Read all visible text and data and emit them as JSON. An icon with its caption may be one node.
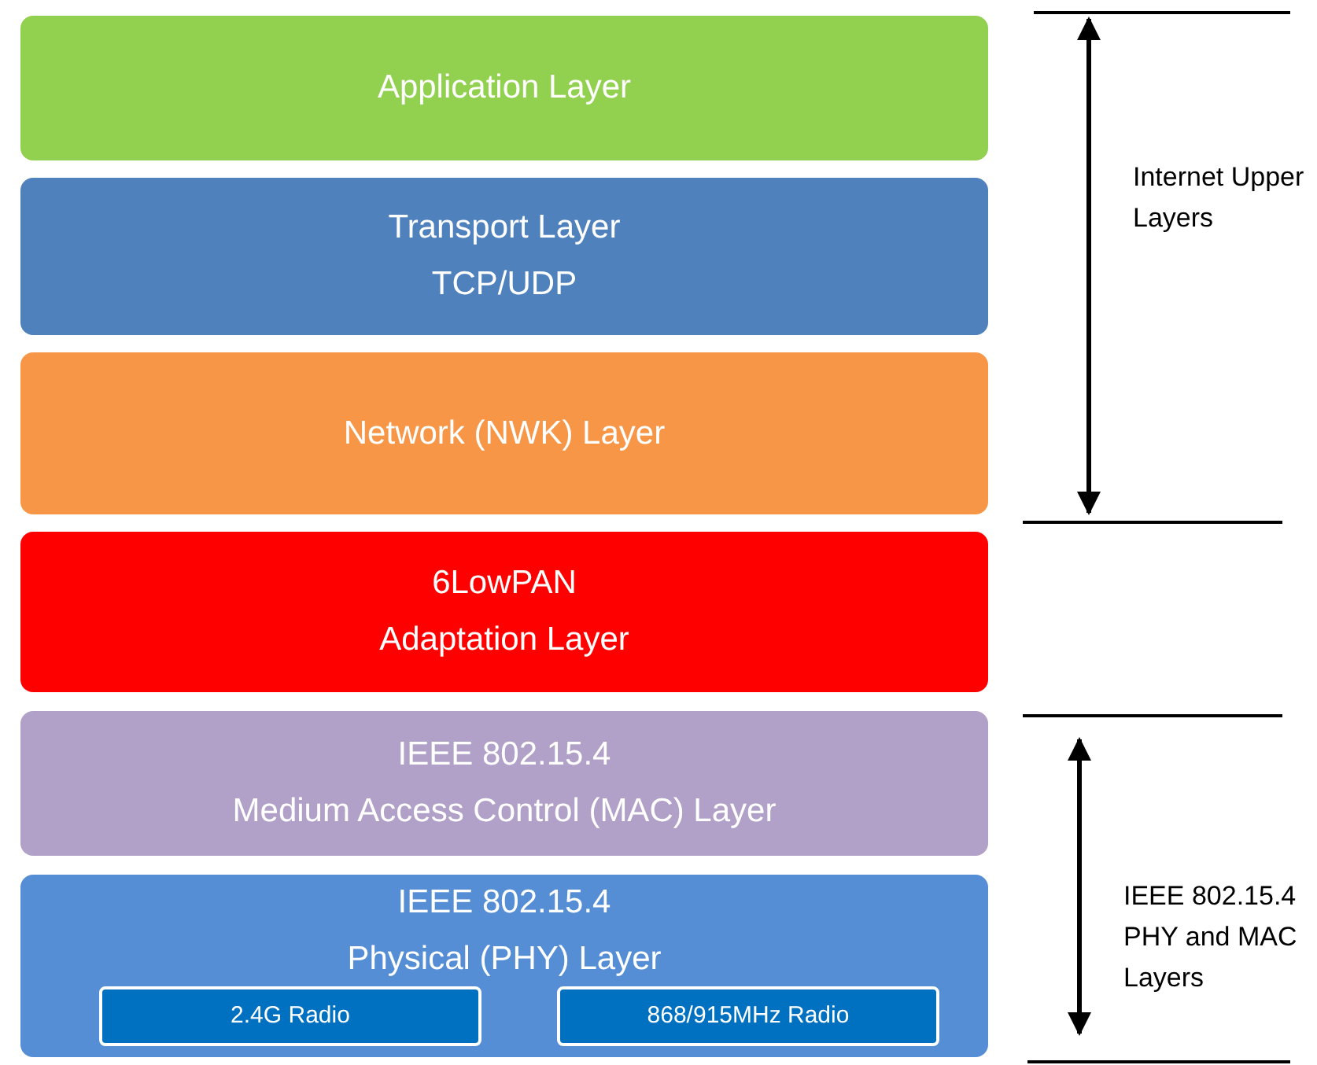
{
  "diagram": {
    "nodes": [
      {
        "text": [
          "Application Layer"
        ]
      },
      {
        "text": [
          "Transport Layer",
          "TCP/UDP"
        ]
      },
      {
        "text": [
          "Network (NWK) Layer"
        ]
      },
      {
        "text": [
          "6LowPAN",
          "Adaptation Layer"
        ]
      },
      {
        "text": [
          "IEEE 802.15.4",
          "Medium Access Control (MAC) Layer"
        ]
      },
      {
        "text": [
          "IEEE 802.15.4",
          "Physical (PHY) Layer"
        ]
      },
      {
        "text": [
          "2.4G Radio"
        ],
        "in": 5
      },
      {
        "text": [
          "868/915MHz Radio"
        ],
        "in": 5
      }
    ],
    "labels": [
      "Internet Upper Layers",
      "IEEE 802.15.4 PHY and MAC Layers"
    ]
  }
}
